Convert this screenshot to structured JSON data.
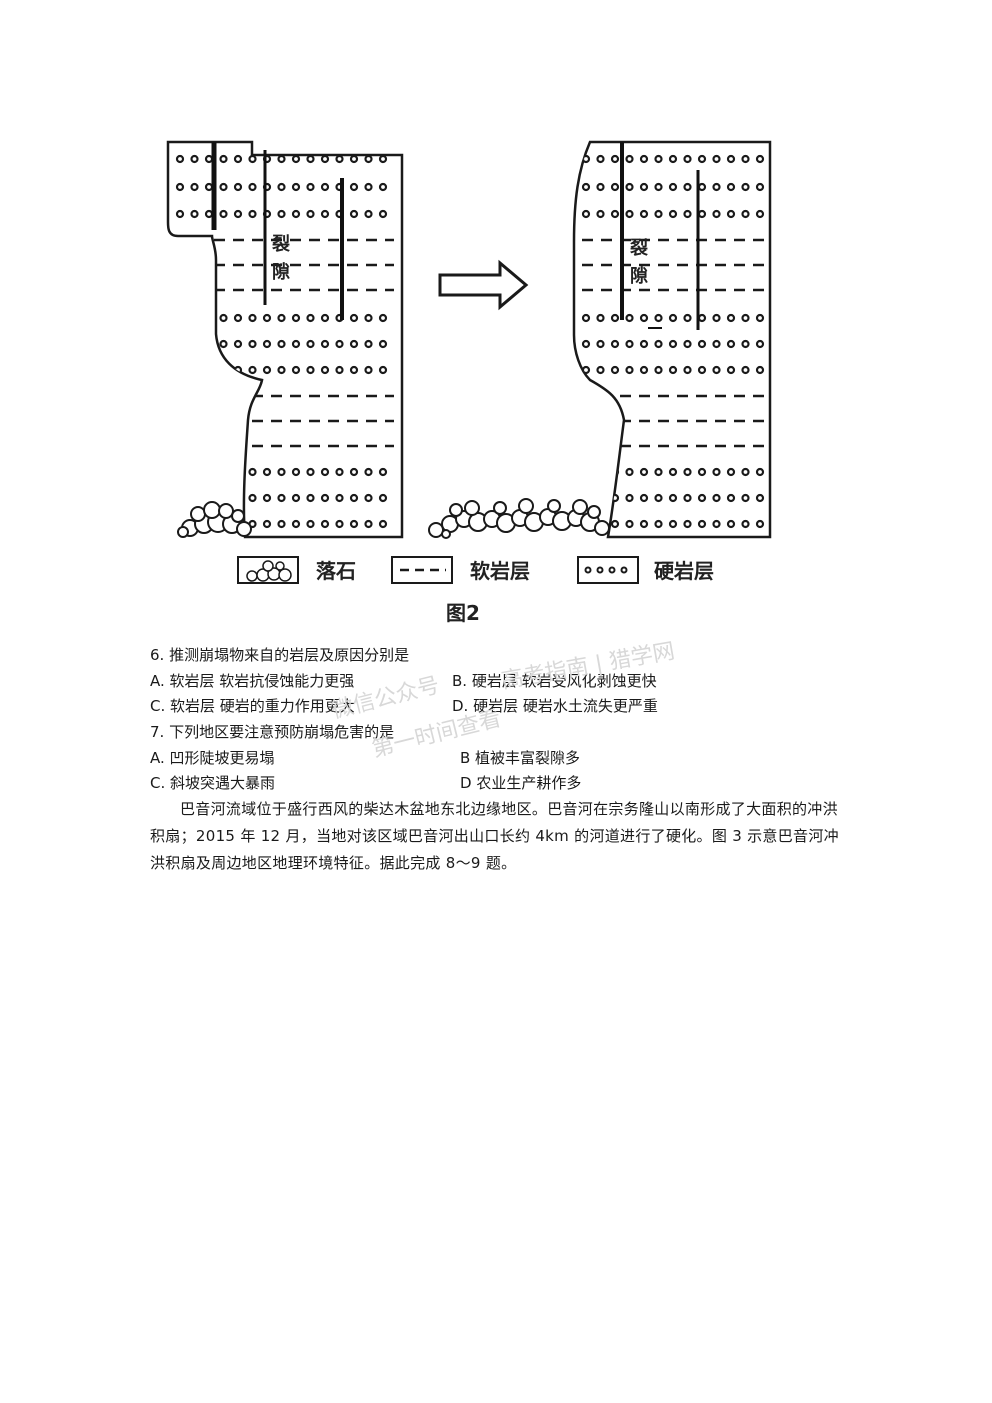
{
  "figure": {
    "crack_label_chars": [
      "裂",
      "隙"
    ],
    "legend": {
      "fallen_rock": "落石",
      "soft_rock": "软岩层",
      "hard_rock": "硬岩层"
    },
    "caption": "图2"
  },
  "q6": {
    "stem": "6.  推测崩塌物来自的岩层及原因分别是",
    "A": "A.  软岩层  软岩抗侵蚀能力更强",
    "B": "B.  硬岩层    软岩受风化剥蚀更快",
    "C": "C.  软岩层  硬岩的重力作用更大",
    "D": "D.  硬岩层    硬岩水土流失更严重"
  },
  "q7": {
    "stem": "7.  下列地区要注意预防崩塌危害的是",
    "A": "A.  凹形陡坡更易塌",
    "B": "B    植被丰富裂隙多",
    "C": "C.  斜坡突遇大暴雨",
    "D": "D    农业生产耕作多"
  },
  "passage": "巴音河流域位于盛行西风的柴达木盆地东北边缘地区。巴音河在宗务隆山以南形成了大面积的冲洪积扇；2015 年 12 月，当地对该区域巴音河出山口长约 4km  的河道进行了硬化。图  3 示意巴音河冲洪积扇及周边地区地理环境特征。据此完成 8～9 题。",
  "watermark": {
    "line1": "微信公众号",
    "line2": "第一时间查看",
    "site": "高考指南 | 猎学网"
  }
}
